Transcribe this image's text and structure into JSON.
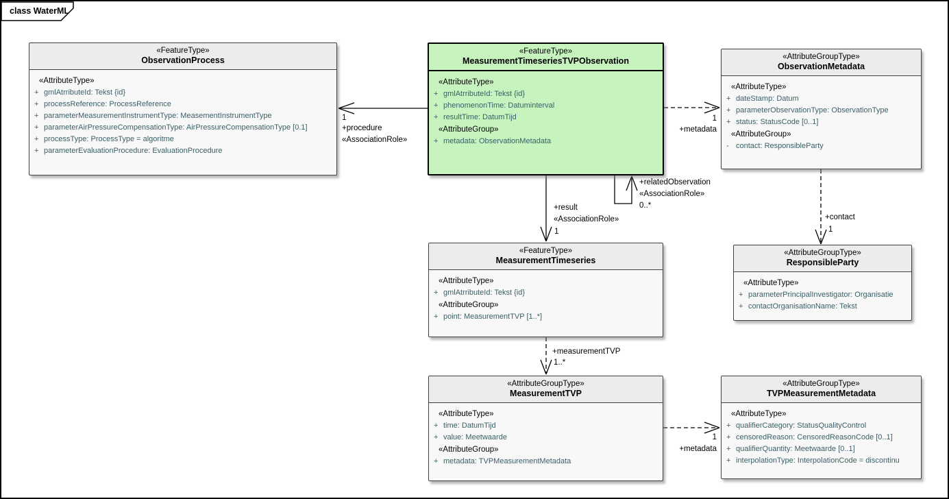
{
  "diagram": {
    "title": "class WaterML"
  },
  "colors": {
    "green_fill": "#c7f3bf",
    "gray_header": "#ececec",
    "gray_body": "#f8f8f8",
    "attribute_text": "#3a5f66",
    "line": "#000000"
  },
  "classes": {
    "op": {
      "stereotype": "«FeatureType»",
      "name": "ObservationProcess",
      "sections": [
        {
          "header": "«AttributeType»",
          "attrs": [
            {
              "vis": "+",
              "text": "gmlAtrributeId: Tekst {id}"
            },
            {
              "vis": "+",
              "text": "processReference: ProcessReference"
            },
            {
              "vis": "+",
              "text": "parameterMeasurementInstrumentType: MeasementInstrumentType"
            },
            {
              "vis": "+",
              "text": "parameterAirPressureCompensationType: AirPressureCompensationType [0.1]"
            },
            {
              "vis": "+",
              "text": "processType: ProcessType = algoritme"
            },
            {
              "vis": "+",
              "text": "parameterEvaluationProcedure: EvaluationProcedure"
            }
          ]
        }
      ]
    },
    "tvpo": {
      "stereotype": "«FeatureType»",
      "name": "MeasurementTimeseriesTVPObservation",
      "sections": [
        {
          "header": "«AttributeType»",
          "attrs": [
            {
              "vis": "+",
              "text": "gmlAtrributeId: Tekst {id}"
            },
            {
              "vis": "+",
              "text": "phenomenonTime: Datuminterval"
            },
            {
              "vis": "+",
              "text": "resultTime: DatumTijd"
            }
          ]
        },
        {
          "header": "«AttributeGroup»",
          "attrs": [
            {
              "vis": "+",
              "text": "metadata: ObservationMetadata"
            }
          ]
        }
      ]
    },
    "om": {
      "stereotype": "«AttributeGroupType»",
      "name": "ObservationMetadata",
      "sections": [
        {
          "header": "«AttributeType»",
          "attrs": [
            {
              "vis": "+",
              "text": "dateStamp: Datum"
            },
            {
              "vis": "+",
              "text": "parameterObservationType: ObservationType"
            },
            {
              "vis": "+",
              "text": "status: StatusCode [0..1]"
            }
          ]
        },
        {
          "header": "«AttributeGroup»",
          "attrs": [
            {
              "vis": "-",
              "text": "contact: ResponsibleParty"
            }
          ]
        }
      ]
    },
    "mts": {
      "stereotype": "«FeatureType»",
      "name": "MeasurementTimeseries",
      "sections": [
        {
          "header": "«AttributeType»",
          "attrs": [
            {
              "vis": "+",
              "text": "gmlAtrributeId: Tekst {id}"
            }
          ]
        },
        {
          "header": "«AttributeGroup»",
          "attrs": [
            {
              "vis": "+",
              "text": "point: MeasurementTVP [1..*]"
            }
          ]
        }
      ]
    },
    "rp": {
      "stereotype": "«AttributeGroupType»",
      "name": "ResponsibleParty",
      "sections": [
        {
          "header": "«AttributeType»",
          "attrs": [
            {
              "vis": "+",
              "text": "parameterPrincipalInvestigator: Organisatie"
            },
            {
              "vis": "+",
              "text": "contactOrganisationName: Tekst"
            }
          ]
        }
      ]
    },
    "mtvp": {
      "stereotype": "«AttributeGroupType»",
      "name": "MeasurementTVP",
      "sections": [
        {
          "header": "«AttributeType»",
          "attrs": [
            {
              "vis": "+",
              "text": "time: DatumTijd"
            },
            {
              "vis": "+",
              "text": "value: Meetwaarde"
            }
          ]
        },
        {
          "header": "«AttributeGroup»",
          "attrs": [
            {
              "vis": "+",
              "text": "metadata: TVPMeasurementMetadata"
            }
          ]
        }
      ]
    },
    "tvpmm": {
      "stereotype": "«AttributeGroupType»",
      "name": "TVPMeasurementMetadata",
      "sections": [
        {
          "header": "«AttributeType»",
          "attrs": [
            {
              "vis": "+",
              "text": "qualifierCategory: StatusQualityControl"
            },
            {
              "vis": "+",
              "text": "censoredReason: CensoredReasonCode [0..1]"
            },
            {
              "vis": "+",
              "text": "qualifierQuantity: Meetwaarde [0..1]"
            },
            {
              "vis": "+",
              "text": "interpolationType: InterpolationCode = discontinu"
            }
          ]
        }
      ]
    }
  },
  "connectors": {
    "procedure": {
      "mult": "1",
      "role": "+procedure",
      "stereotype": "«AssociationRole»"
    },
    "metadataTop": {
      "mult": "1",
      "role": "+metadata"
    },
    "relatedObservation": {
      "role": "+relatedObservation",
      "stereotype": "«AssociationRole»",
      "mult": "0..*"
    },
    "result": {
      "role": "+result",
      "stereotype": "«AssociationRole»",
      "mult": "1"
    },
    "measurementTVP": {
      "role": "+measurementTVP",
      "mult": "1..*"
    },
    "contact": {
      "role": "+contact",
      "mult": "1"
    },
    "metadataBottom": {
      "mult": "1",
      "role": "+metadata"
    }
  }
}
